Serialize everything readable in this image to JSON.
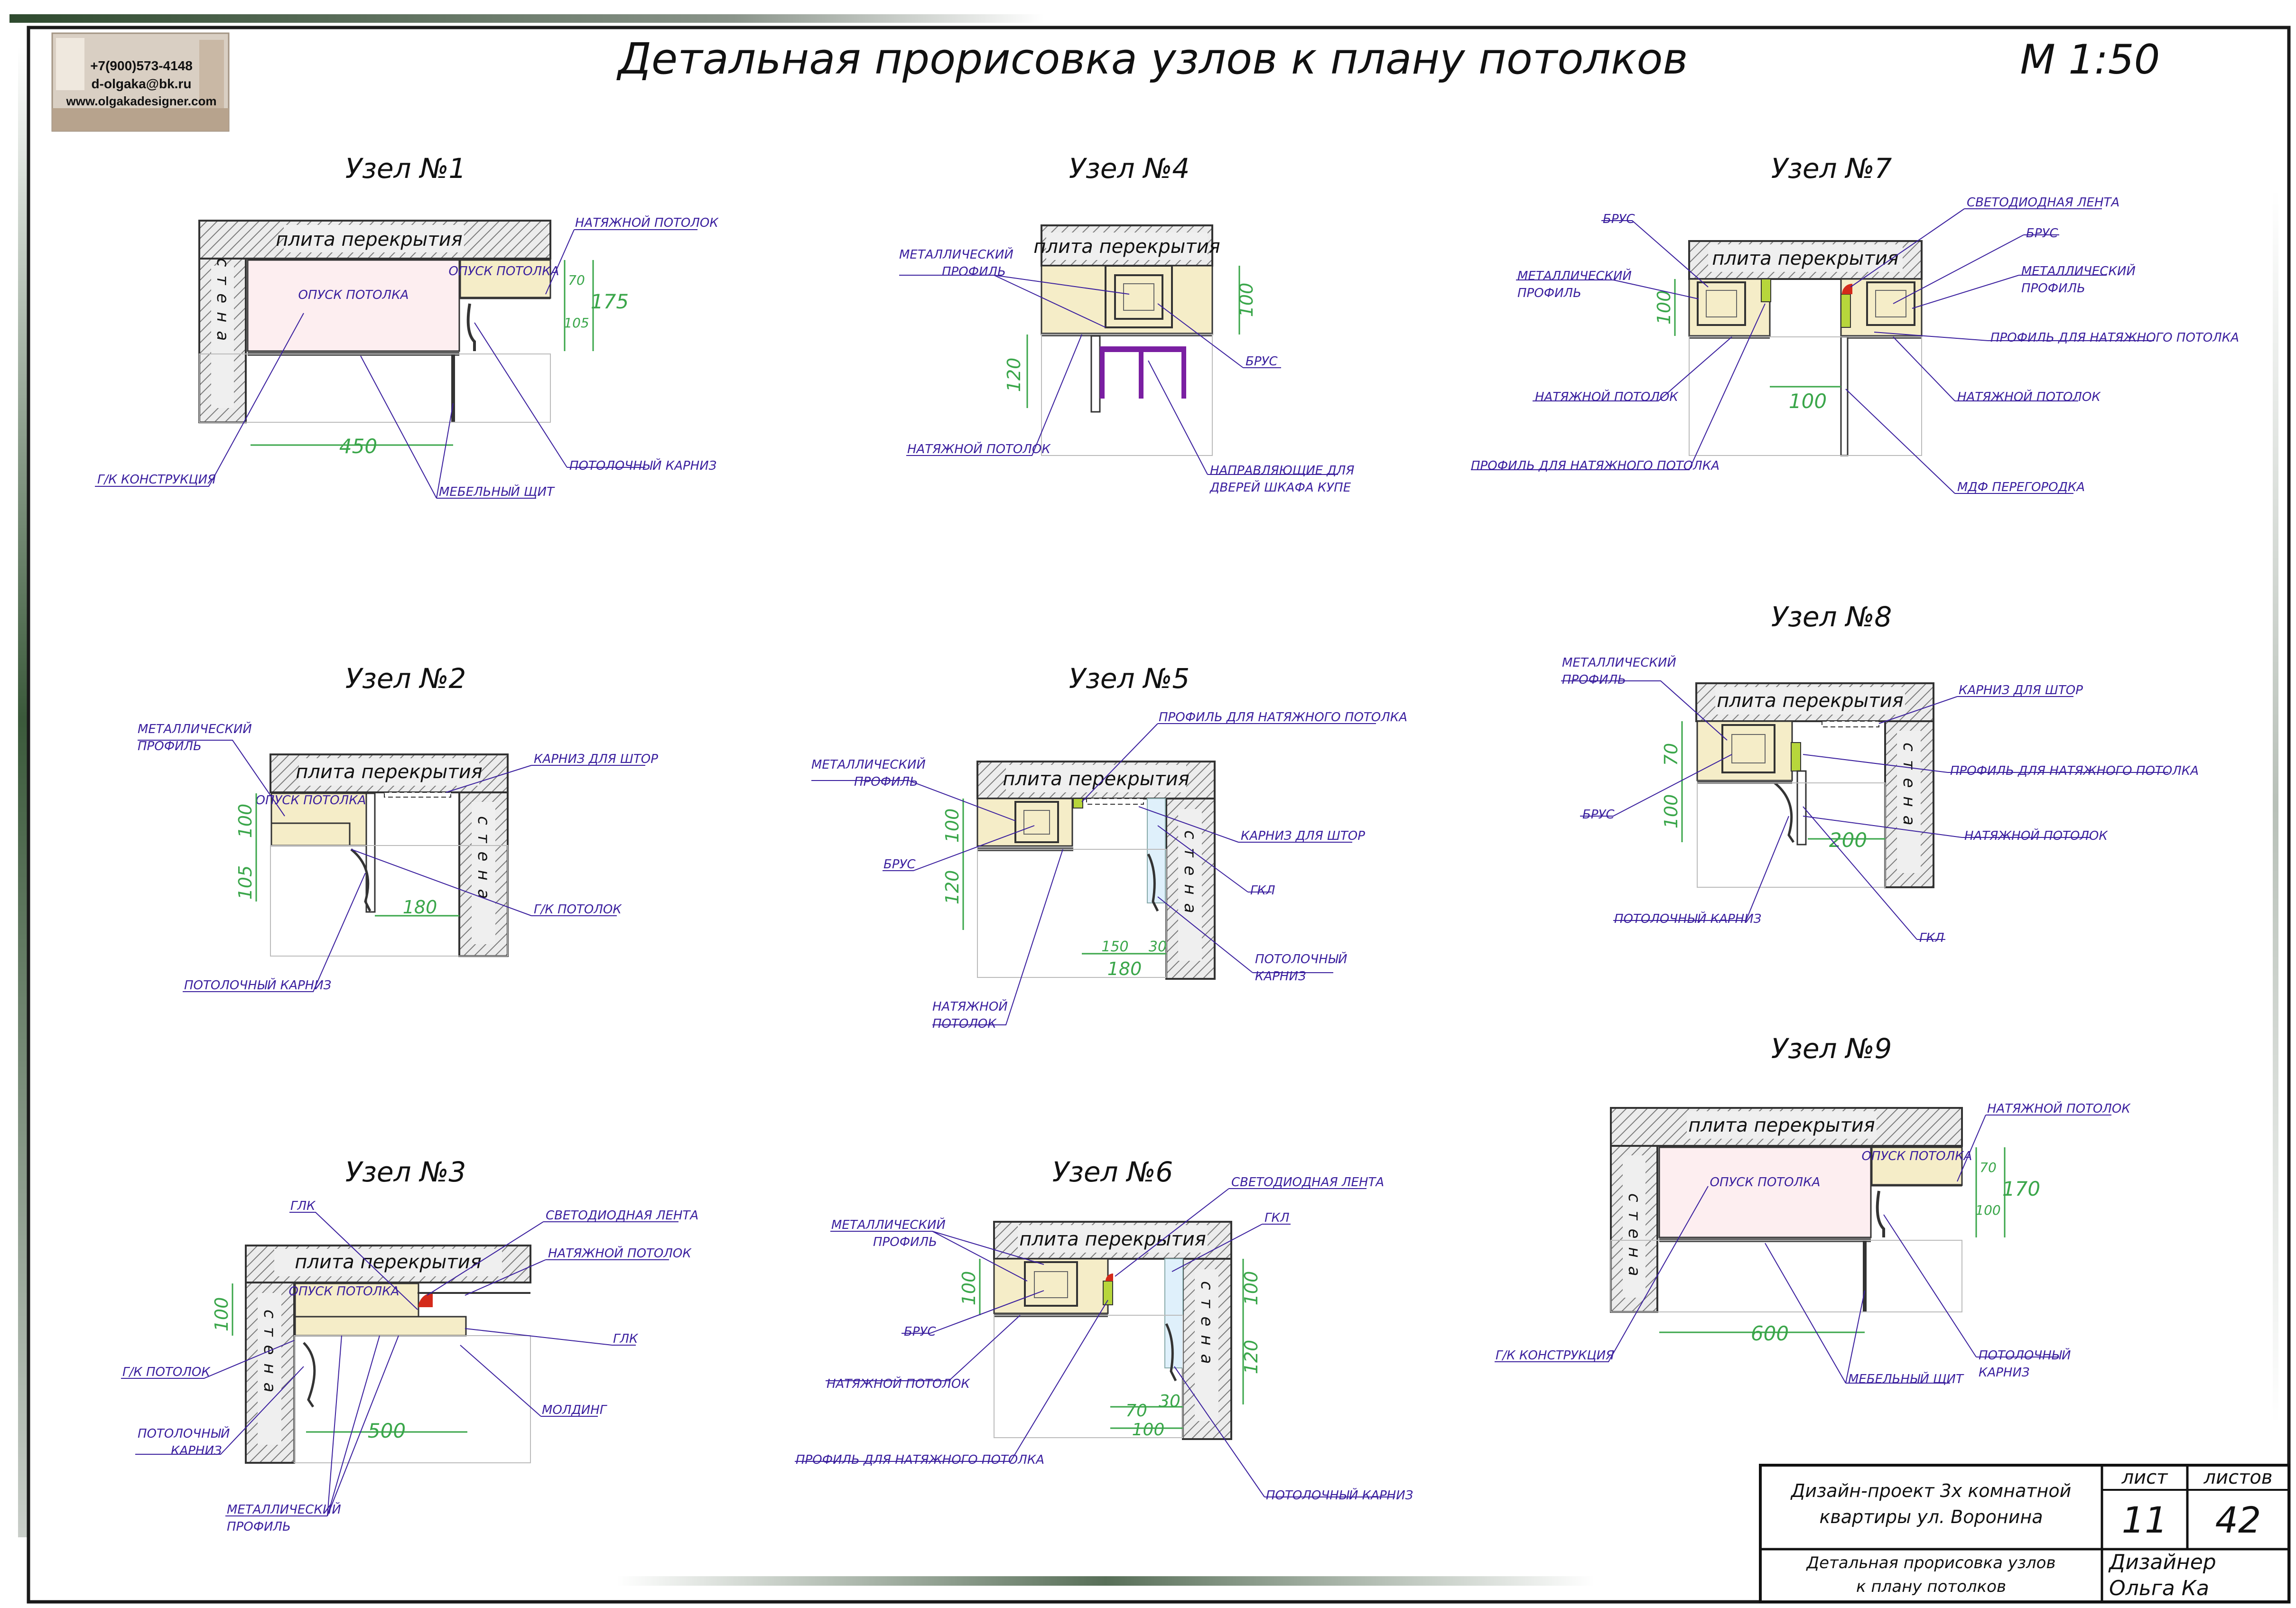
{
  "sheet": {
    "title": "Детальная прорисовка узлов к плану потолков",
    "scale": "М 1:50"
  },
  "contacts": {
    "phone": "+7(900)573-4148",
    "email": "d-olgaka@bk.ru",
    "website": "www.olgakadesigner.com"
  },
  "common": {
    "slab": "плита перекрытия",
    "wall": "стена"
  },
  "nodes": [
    {
      "title": "Узел №1",
      "labels": [
        "НАТЯЖНОЙ ПОТОЛОК",
        "ОПУСК ПОТОЛКА",
        "ОПУСК ПОТОЛКА",
        "Г/К КОНСТРУКЦИЯ",
        "МЕБЕЛЬНЫЙ ЩИТ",
        "ПОТОЛОЧНЫЙ КАРНИЗ"
      ],
      "dims": [
        "450",
        "70",
        "105",
        "175"
      ]
    },
    {
      "title": "Узел №2",
      "labels": [
        "МЕТАЛЛИЧЕСКИЙ ПРОФИЛЬ",
        "КАРНИЗ ДЛЯ ШТОР",
        "ОПУСК ПОТОЛКА",
        "Г/К ПОТОЛОК",
        "ПОТОЛОЧНЫЙ КАРНИЗ"
      ],
      "dims": [
        "100",
        "105",
        "180"
      ]
    },
    {
      "title": "Узел №3",
      "labels": [
        "ГЛК",
        "СВЕТОДИОДНАЯ ЛЕНТА",
        "НАТЯЖНОЙ ПОТОЛОК",
        "ОПУСК ПОТОЛКА",
        "ГЛК",
        "Г/К ПОТОЛОК",
        "МОЛДИНГ",
        "ПОТОЛОЧНЫЙ КАРНИЗ",
        "МЕТАЛЛИЧЕСКИЙ ПРОФИЛЬ"
      ],
      "dims": [
        "100",
        "500"
      ]
    },
    {
      "title": "Узел №4",
      "labels": [
        "МЕТАЛЛИЧЕСКИЙ ПРОФИЛЬ",
        "БРУС",
        "НАТЯЖНОЙ ПОТОЛОК",
        "НАПРАВЛЯЮЩИЕ ДЛЯ ДВЕРЕЙ ШКАФА КУПЕ"
      ],
      "dims": [
        "100",
        "120"
      ]
    },
    {
      "title": "Узел №5",
      "labels": [
        "ПРОФИЛЬ ДЛЯ НАТЯЖНОГО ПОТОЛКА",
        "МЕТАЛЛИЧЕСКИЙ ПРОФИЛЬ",
        "КАРНИЗ ДЛЯ ШТОР",
        "БРУС",
        "ГКЛ",
        "ПОТОЛОЧНЫЙ КАРНИЗ",
        "НАТЯЖНОЙ ПОТОЛОК"
      ],
      "dims": [
        "100",
        "120",
        "150",
        "30",
        "180"
      ]
    },
    {
      "title": "Узел №6",
      "labels": [
        "СВЕТОДИОДНАЯ ЛЕНТА",
        "МЕТАЛЛИЧЕСКИЙ ПРОФИЛЬ",
        "ГКЛ",
        "БРУС",
        "НАТЯЖНОЙ ПОТОЛОК",
        "ПРОФИЛЬ ДЛЯ НАТЯЖНОГО ПОТОЛКА",
        "ПОТОЛОЧНЫЙ КАРНИЗ"
      ],
      "dims": [
        "100",
        "100",
        "120",
        "70",
        "30",
        "100"
      ]
    },
    {
      "title": "Узел №7",
      "labels": [
        "БРУС",
        "СВЕТОДИОДНАЯ ЛЕНТА",
        "БРУС",
        "МЕТАЛЛИЧЕСКИЙ ПРОФИЛЬ",
        "МЕТАЛЛИЧЕСКИЙ ПРОФИЛЬ",
        "ПРОФИЛЬ ДЛЯ НАТЯЖНОГО ПОТОЛКА",
        "НАТЯЖНОЙ ПОТОЛОК",
        "НАТЯЖНОЙ ПОТОЛОК",
        "ПРОФИЛЬ ДЛЯ НАТЯЖНОГО ПОТОЛКА",
        "МДФ ПЕРЕГОРОДКА"
      ],
      "dims": [
        "100",
        "100"
      ]
    },
    {
      "title": "Узел №8",
      "labels": [
        "МЕТАЛЛИЧЕСКИЙ ПРОФИЛЬ",
        "КАРНИЗ ДЛЯ ШТОР",
        "ПРОФИЛЬ ДЛЯ НАТЯЖНОГО ПОТОЛКА",
        "БРУС",
        "НАТЯЖНОЙ ПОТОЛОК",
        "ПОТОЛОЧНЫЙ КАРНИЗ",
        "ГКЛ"
      ],
      "dims": [
        "70",
        "100",
        "200"
      ]
    },
    {
      "title": "Узел №9",
      "labels": [
        "НАТЯЖНОЙ ПОТОЛОК",
        "ОПУСК ПОТОЛКА",
        "ОПУСК ПОТОЛКА",
        "Г/К КОНСТРУКЦИЯ",
        "МЕБЕЛЬНЫЙ ЩИТ",
        "ПОТОЛОЧНЫЙ КАРНИЗ"
      ],
      "dims": [
        "70",
        "100",
        "170",
        "600"
      ]
    }
  ],
  "stamp": {
    "project_line1": "Дизайн-проект 3х комнатной",
    "project_line2": "квартиры ул. Воронина",
    "sheet_label": "лист",
    "sheets_label": "листов",
    "sheet_no": "11",
    "sheets_total": "42",
    "drawing_line1": "Детальная прорисовка узлов",
    "drawing_line2": "к плану потолков",
    "designer_label": "Дизайнер",
    "designer_name": "Ольга Ка"
  },
  "colors": {
    "label": "#3a1f9e",
    "dimension": "#3aa64a",
    "slab_fill": "#e9e9e9",
    "wood_fill": "#f5edc8",
    "drop_ceiling_fill": "#fdeef0",
    "profile_green": "#b7d63b",
    "led_red": "#d42a1a",
    "guide_purple": "#7a1fa2",
    "gkl_blue": "#dff0fb"
  }
}
